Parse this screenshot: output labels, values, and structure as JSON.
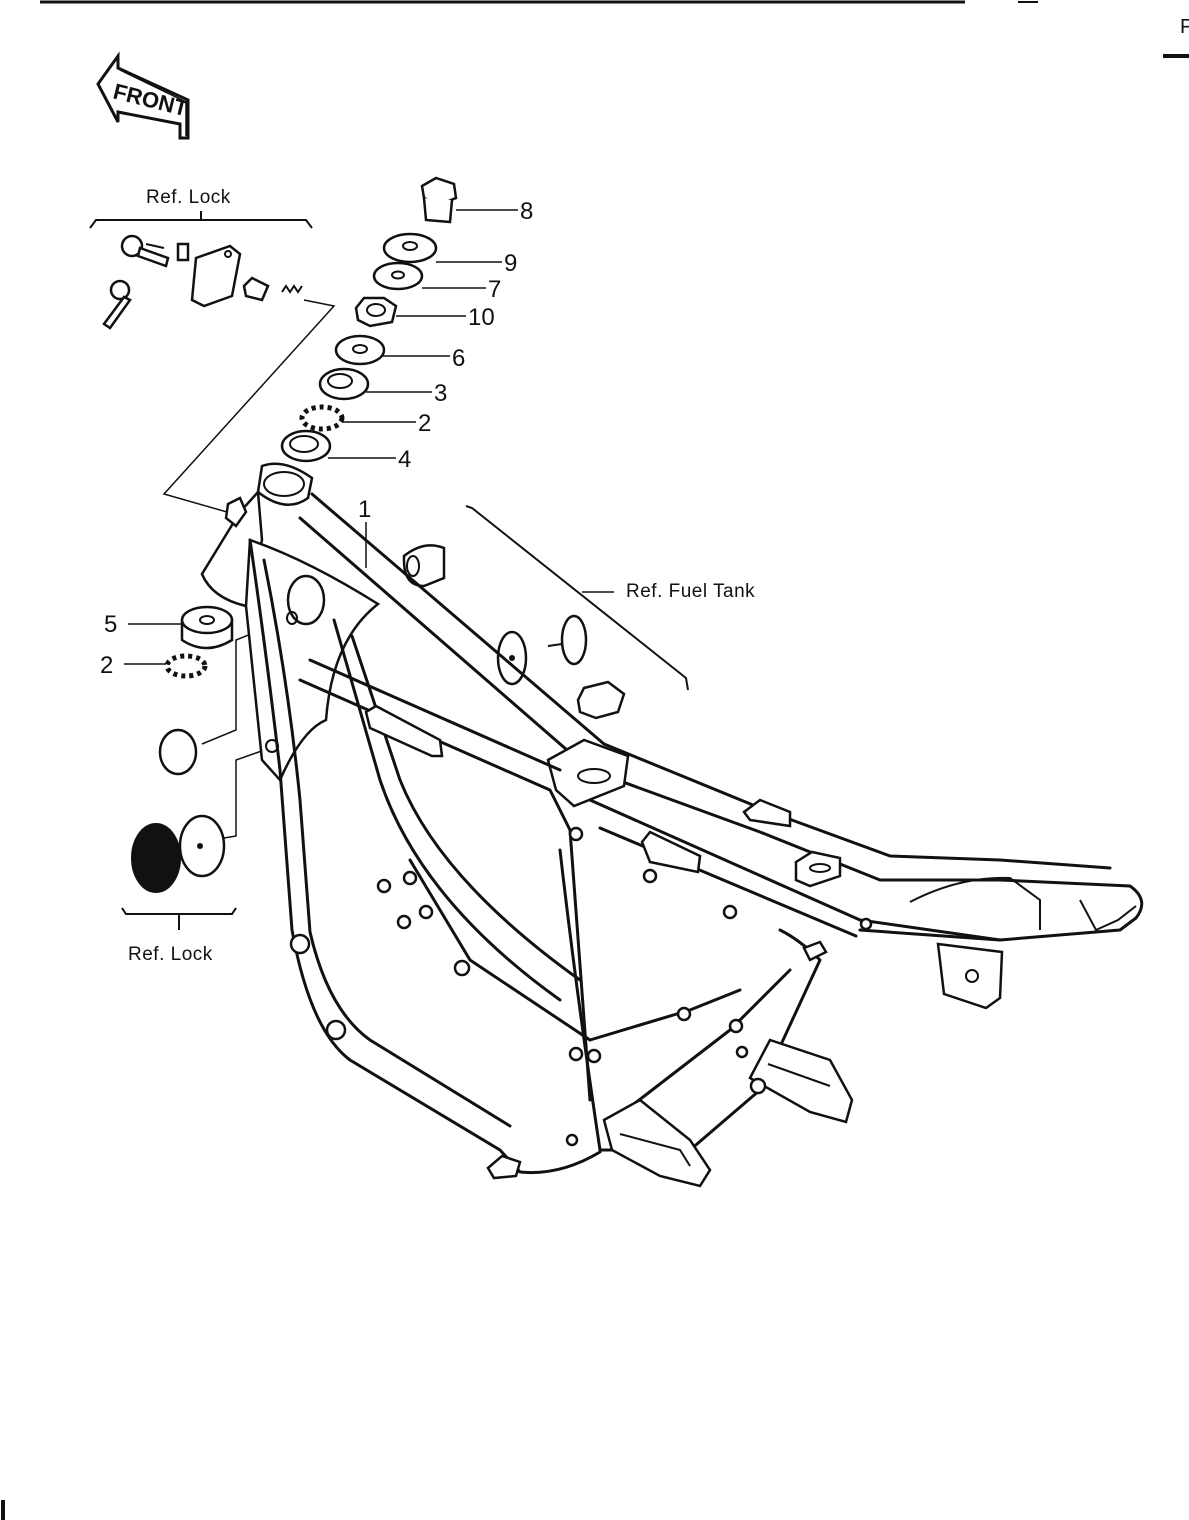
{
  "front_badge": "FRONT",
  "references": {
    "lock_top": "Ref.  Lock",
    "lock_bottom": "Ref.  Lock",
    "fuel_tank": "Ref.  Fuel Tank"
  },
  "callouts": [
    {
      "id": "c8",
      "label": "8"
    },
    {
      "id": "c9",
      "label": "9"
    },
    {
      "id": "c7",
      "label": "7"
    },
    {
      "id": "c10",
      "label": "10"
    },
    {
      "id": "c6",
      "label": "6"
    },
    {
      "id": "c3",
      "label": "3"
    },
    {
      "id": "c2a",
      "label": "2"
    },
    {
      "id": "c4",
      "label": "4"
    },
    {
      "id": "c1",
      "label": "1"
    },
    {
      "id": "c5",
      "label": "5"
    },
    {
      "id": "c2b",
      "label": "2"
    }
  ],
  "edge_mark": "F",
  "icons": {
    "front_arrow": "front-arrow-icon",
    "key": "key-icon",
    "frame": "motorcycle-frame-drawing"
  }
}
